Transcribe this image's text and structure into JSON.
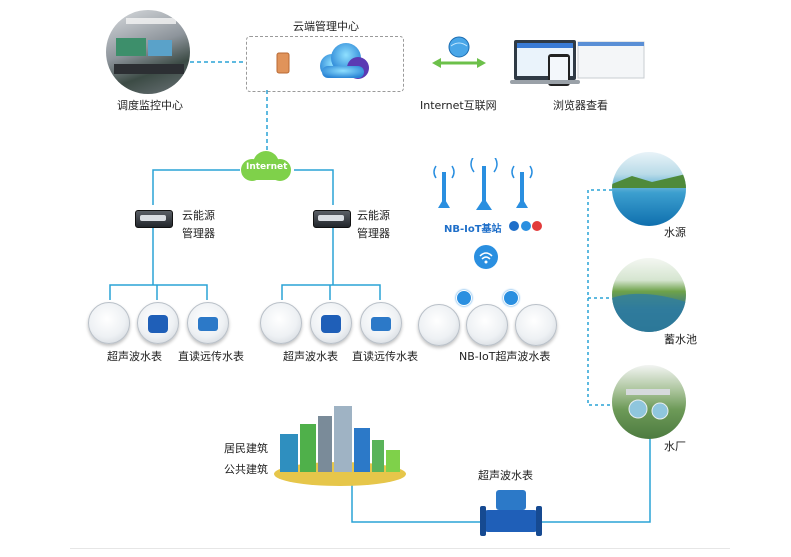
{
  "labels": {
    "cloud_center": "云端管理中心",
    "dispatch_center": "调度监控中心",
    "internet_link": "Internet互联网",
    "browser_view": "浏览器查看",
    "internet_cloud": "Internet",
    "manager_left_line1": "云能源",
    "manager_left_line2": "管理器",
    "manager_right_line1": "云能源",
    "manager_right_line2": "管理器",
    "nbiot_station": "NB-IoT基站",
    "group1_ultrasonic": "超声波水表",
    "group1_direct": "直读远传水表",
    "group2_ultrasonic": "超声波水表",
    "group2_direct": "直读远传水表",
    "group3_nbiot": "NB-IoT超声波水表",
    "water_source": "水源",
    "reservoir": "蓄水池",
    "water_plant": "水厂",
    "residential": "居民建筑",
    "public_building": "公共建筑",
    "main_meter": "超声波水表"
  },
  "colors": {
    "wire": "#2aa3d6",
    "dashed_wire": "#2aa3d6",
    "cloud_green": "#7fd14a",
    "meter_blue": "#1f5fb8",
    "nb_blue": "#2a8fe0",
    "arrow_green": "#6cc04a"
  }
}
